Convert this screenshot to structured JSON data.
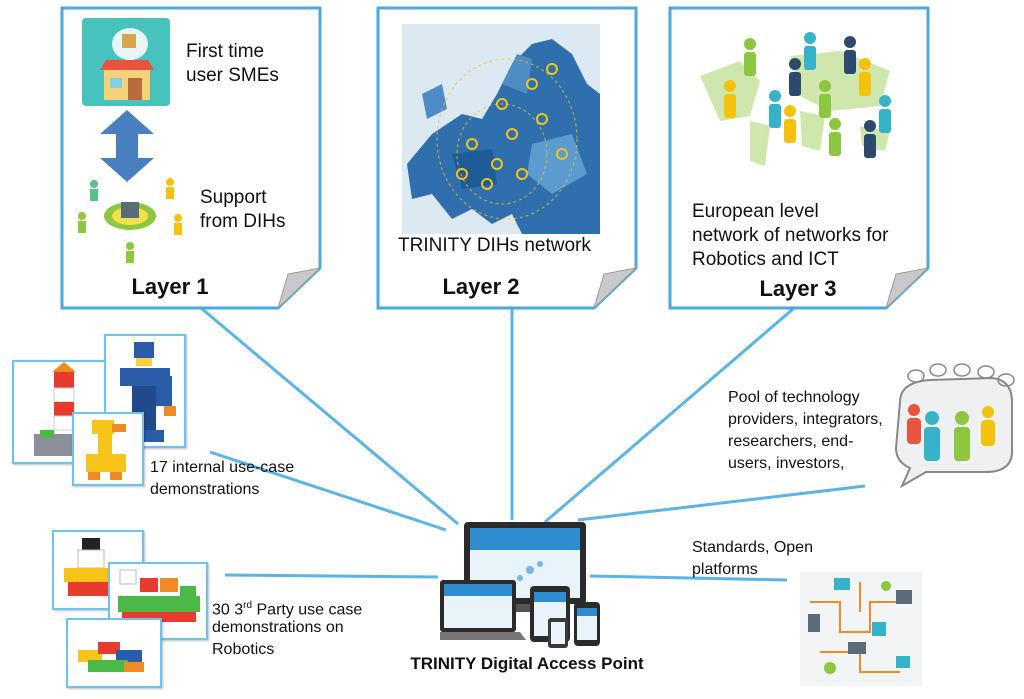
{
  "layers": [
    {
      "label": "Layer 1",
      "item_a": {
        "text_line1": "First time",
        "text_line2": "user SMEs"
      },
      "item_b": {
        "text_line1": "Support",
        "text_line2": "from DIHs"
      }
    },
    {
      "label": "Layer 2",
      "caption": "TRINITY DIHs network"
    },
    {
      "label": "Layer 3",
      "caption_line1": "European level",
      "caption_line2": "network of networks for",
      "caption_line3": "Robotics and ICT"
    }
  ],
  "left_items": [
    {
      "line1": "17 internal use-case",
      "line2": "demonstrations"
    },
    {
      "line1_pre": "30 3",
      "line1_sup": "rd",
      "line1_post": " Party use case",
      "line2": "demonstrations on",
      "line3": "Robotics"
    }
  ],
  "right_items": [
    {
      "line1": "Pool of technology",
      "line2": "providers, integrators,",
      "line3": "researchers, end-",
      "line4": "users, investors,"
    },
    {
      "line1": "Standards, Open",
      "line2": "platforms"
    }
  ],
  "center": {
    "label": "TRINITY Digital Access Point"
  },
  "colors": {
    "frame": "#4aa8dc",
    "line": "#5ab4e5",
    "arrow": "#4a7fbf",
    "map_sea": "#dde9f2",
    "map_land": "#2f6fae"
  }
}
